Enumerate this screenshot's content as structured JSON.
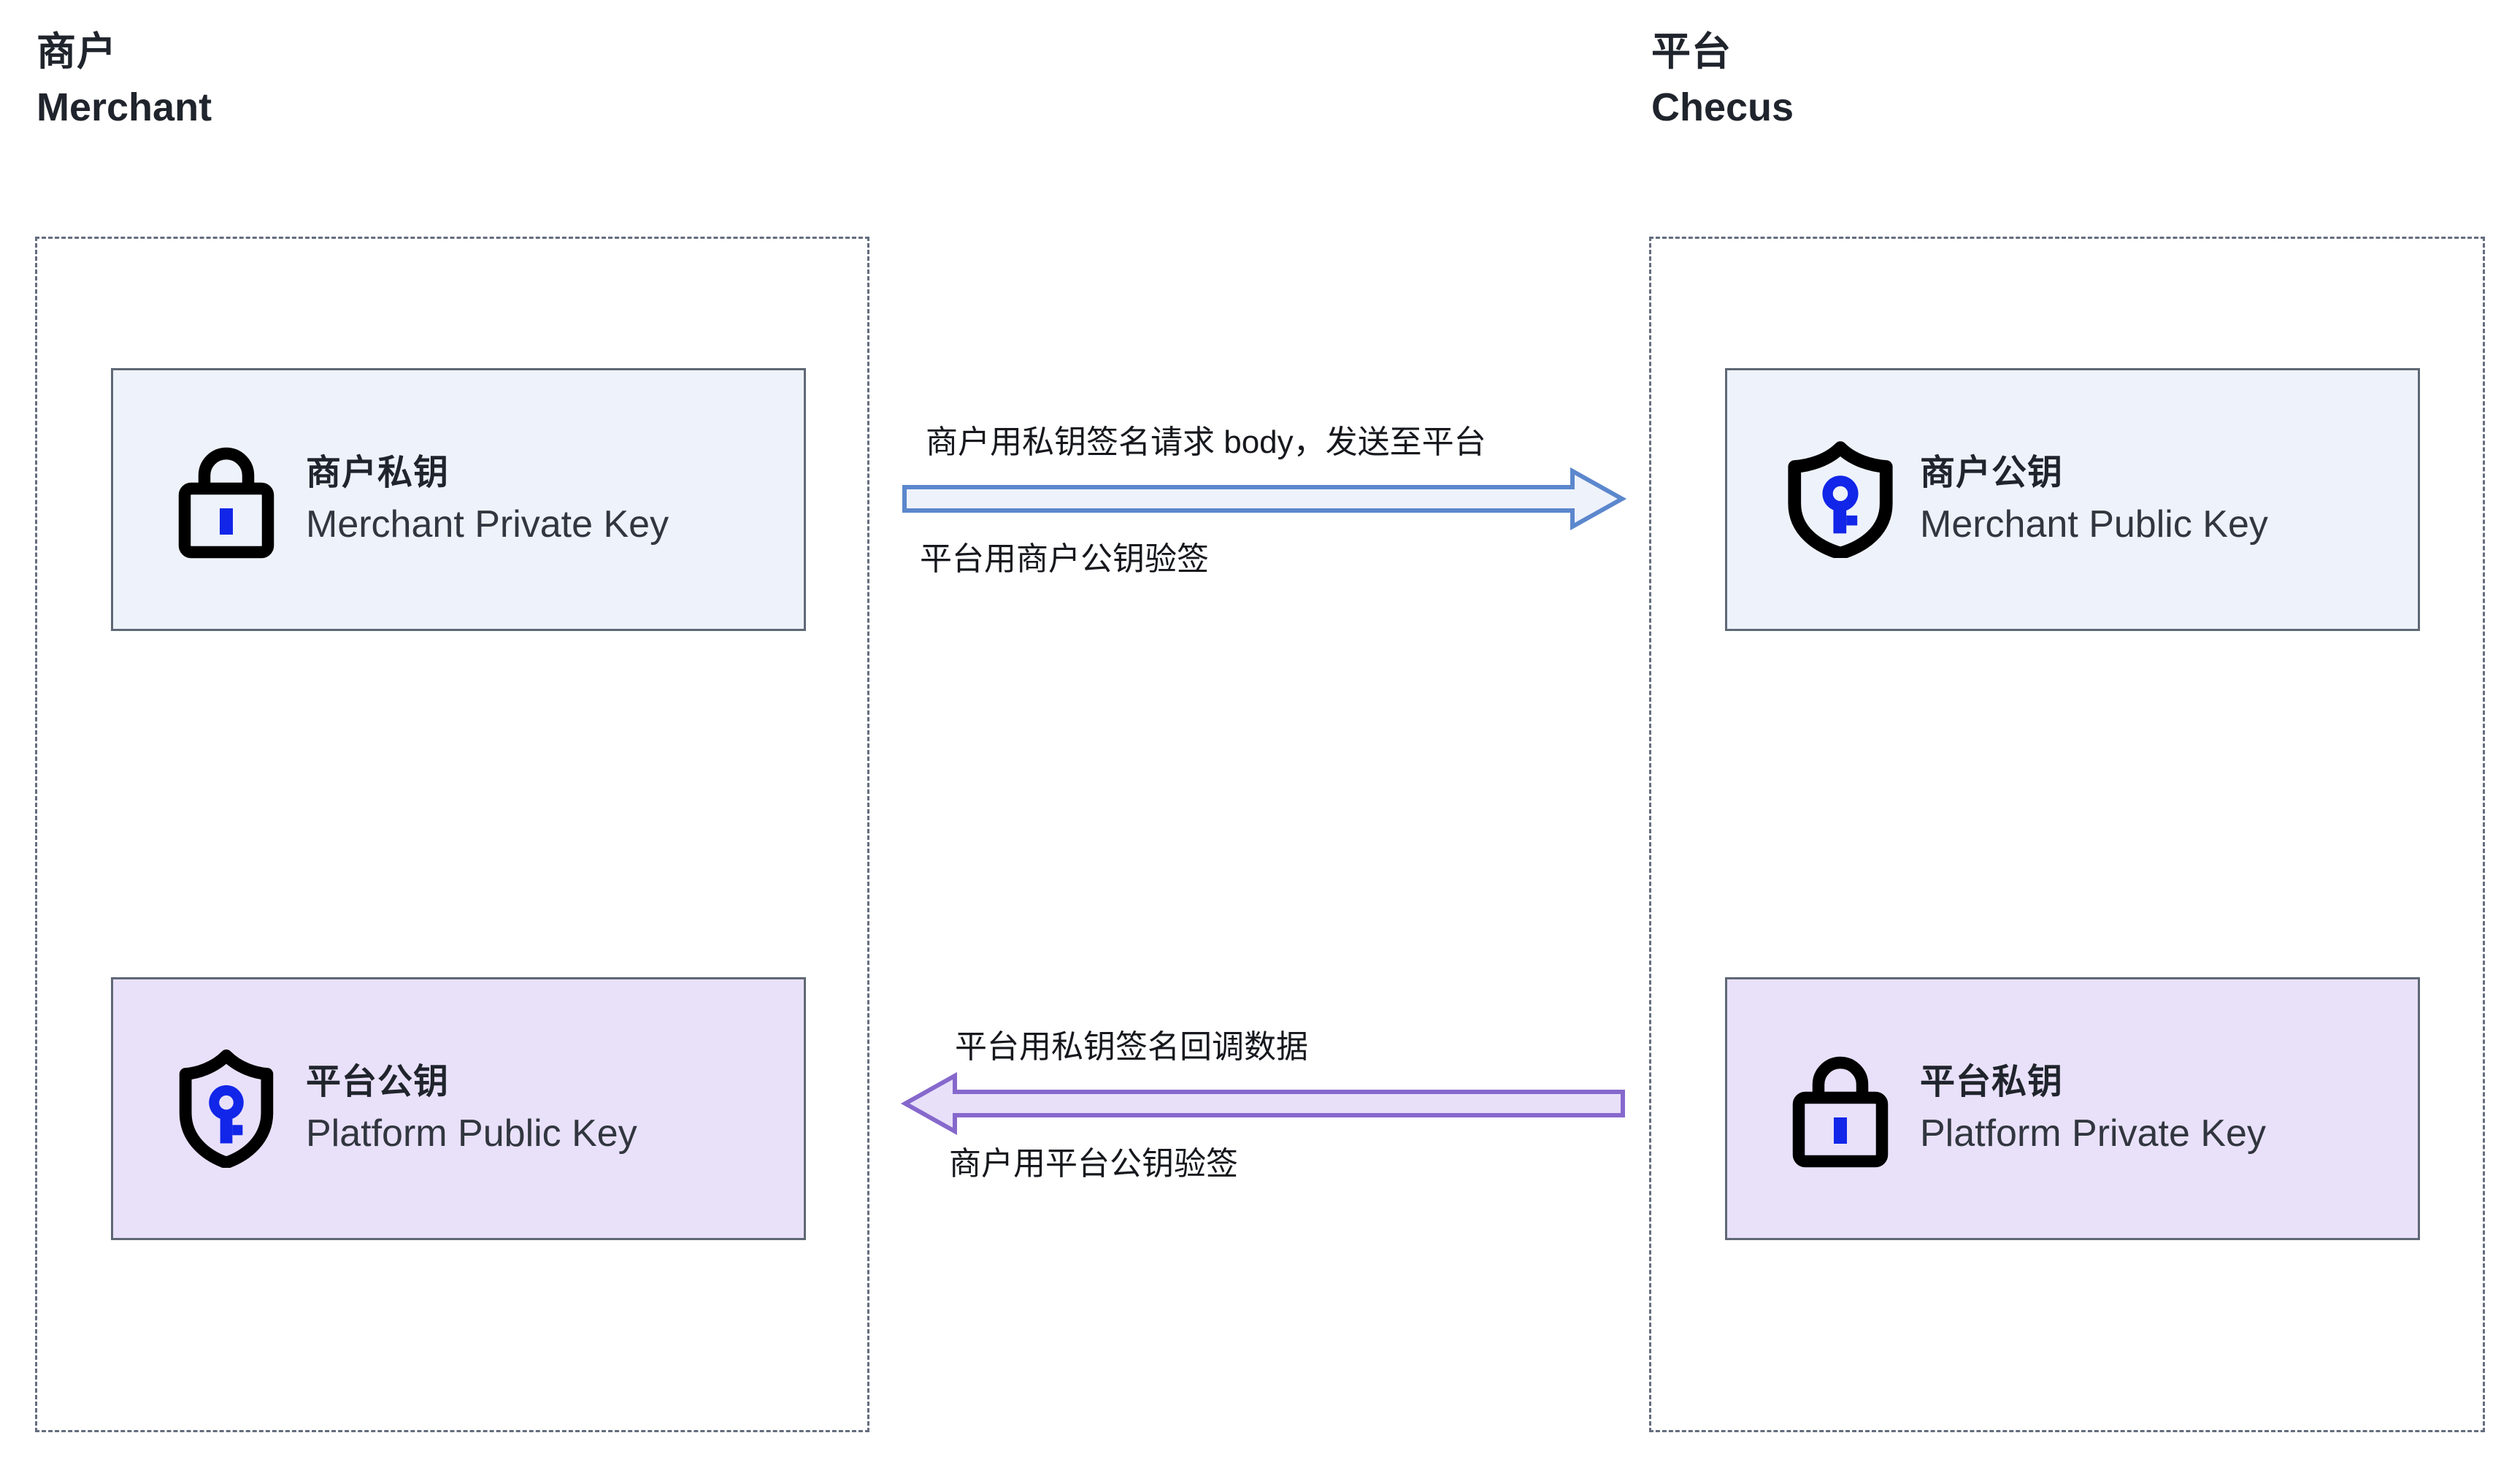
{
  "columns": [
    {
      "cn": "商户",
      "en": "Merchant"
    },
    {
      "cn": "平台",
      "en": "Checus"
    }
  ],
  "cards": [
    {
      "id": "merchant-private-key",
      "cn": "商户私钥",
      "en": "Merchant Private Key",
      "icon": "lock-icon",
      "fill": "#eef2fb",
      "border": "#5f6875",
      "accent": "#1126e8"
    },
    {
      "id": "merchant-public-key",
      "cn": "商户公钥",
      "en": "Merchant Public Key",
      "icon": "shield-key-icon",
      "fill": "#eef2fb",
      "border": "#5f6875",
      "accent": "#1126e8"
    },
    {
      "id": "platform-public-key",
      "cn": "平台公钥",
      "en": "Platform Public Key",
      "icon": "shield-key-icon",
      "fill": "#e9e1fa",
      "border": "#5f6875",
      "accent": "#1126e8"
    },
    {
      "id": "platform-private-key",
      "cn": "平台私钥",
      "en": "Platform Private Key",
      "icon": "lock-icon",
      "fill": "#e9e1fa",
      "border": "#5f6875",
      "accent": "#1126e8"
    }
  ],
  "flows": [
    {
      "id": "request-flow",
      "direction": "right",
      "label_above": "商户用私钥签名请求 body，发送至平台",
      "label_below": "平台用商户公钥验签",
      "fill": "#eef2fb",
      "stroke": "#5b87cd"
    },
    {
      "id": "callback-flow",
      "direction": "left",
      "label_above": "平台用私钥签名回调数据",
      "label_below": "商户用平台公钥验签",
      "fill": "#e8e0f9",
      "stroke": "#8668cc"
    }
  ],
  "lanes": [
    {
      "id": "merchant-lane",
      "border_color": "#646d7e",
      "style": "dashed"
    },
    {
      "id": "platform-lane",
      "border_color": "#646d7e",
      "style": "dashed"
    }
  ]
}
